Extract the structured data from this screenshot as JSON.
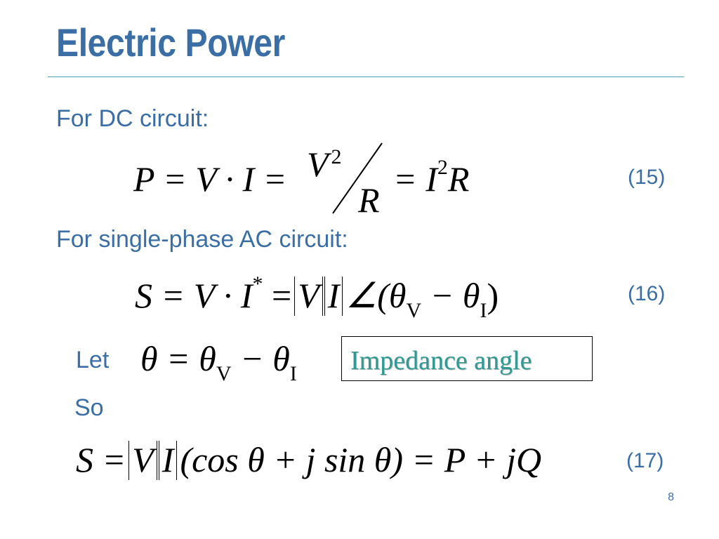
{
  "slide": {
    "title": "Electric Power",
    "page_number": "8"
  },
  "section_dc": {
    "label": "For DC circuit:"
  },
  "section_ac": {
    "label": "For single-phase AC circuit:"
  },
  "let_label": "Let",
  "so_label": "So",
  "callout": {
    "text": "Impedance angle"
  },
  "equations": {
    "eq15": {
      "lhs": "P = V · I =",
      "frac_num": "V",
      "frac_num_exp": "2",
      "frac_den": "R",
      "rhs": "= I",
      "rhs_exp": "2",
      "rhs_tail": "R",
      "number": "(15)"
    },
    "eq16": {
      "lhs": "S = V · I",
      "lhs_sup": "*",
      "mid": "=",
      "v": "V",
      "i": "I",
      "angle": "∠(θ",
      "sub_v": "V",
      "minus": "− θ",
      "sub_i": "I",
      "close": ")",
      "number": "(16)"
    },
    "eq_let": {
      "theta": "θ = θ",
      "sub_v": "V",
      "minus": "− θ",
      "sub_i": "I"
    },
    "eq17": {
      "lhs": "S =",
      "v": "V",
      "i": "I",
      "body": "(cos θ + j sin θ) = P + jQ",
      "number": "(17)"
    }
  }
}
